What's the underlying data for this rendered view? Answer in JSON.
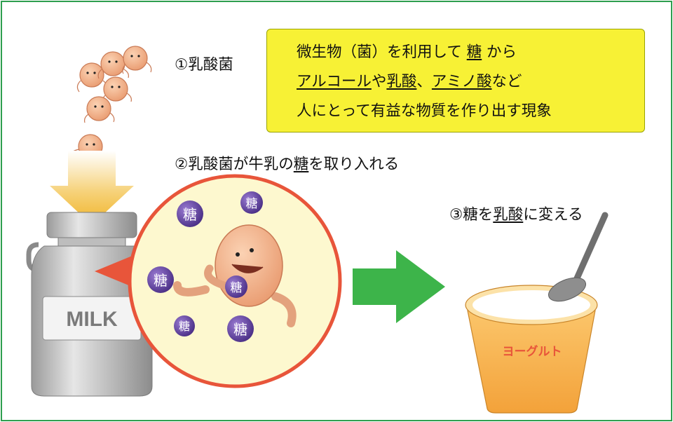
{
  "definition": {
    "line1": {
      "a": "微生物（菌）を利用して ",
      "b": "糖",
      "c": " から"
    },
    "line2": {
      "a": "アルコール",
      "b": "や",
      "c": "乳酸",
      "d": "、",
      "e": "アミノ酸",
      "f": "など"
    },
    "line3": "人にとって有益な物質を作り出す現象"
  },
  "steps": {
    "step1": "①乳酸菌",
    "step2": {
      "a": "②乳酸菌が牛乳の",
      "b": "糖",
      "c": "を取り入れる"
    },
    "step3": {
      "a": "③糖を",
      "b": "乳酸",
      "c": "に変える"
    }
  },
  "sugar_label": "糖",
  "milk_label": "MILK",
  "yogurt_label": "ヨーグルト",
  "colors": {
    "border": "#2e9e4f",
    "box_fill": "#f7f135",
    "sugar_ball": "#5b3c9c",
    "arrow_green": "#3db44a",
    "arrow_red": "#e8553a",
    "yogurt_cup": "#f6b24a",
    "bacteria": "#f2b48c"
  }
}
